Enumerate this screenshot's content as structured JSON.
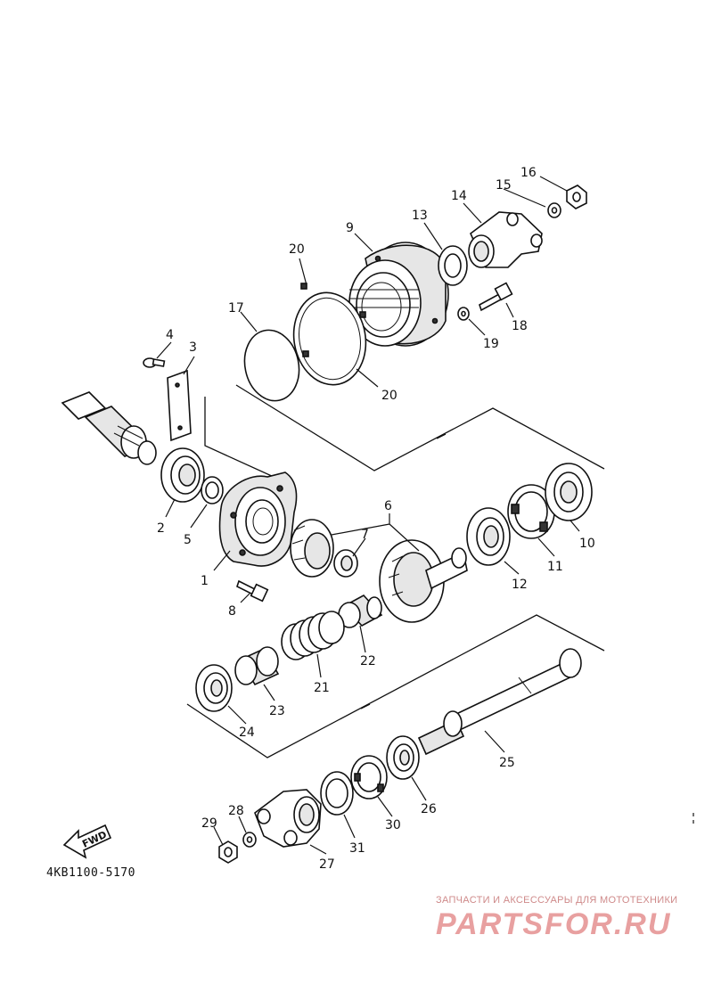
{
  "diagram": {
    "callouts": [
      "1",
      "2",
      "3",
      "4",
      "5",
      "6",
      "7",
      "8",
      "9",
      "10",
      "11",
      "12",
      "13",
      "14",
      "15",
      "16",
      "17",
      "18",
      "19",
      "20",
      "20",
      "21",
      "22",
      "23",
      "24",
      "25",
      "26",
      "27",
      "28",
      "29",
      "30",
      "31"
    ],
    "direction_label": "FWD",
    "diagram_code": "4KB1100-5170"
  },
  "watermark": {
    "tagline": "ЗАПЧАСТИ И АКСЕССУАРЫ ДЛЯ МОТОТЕХНИКИ",
    "brand": "PARTSFOR.RU"
  }
}
